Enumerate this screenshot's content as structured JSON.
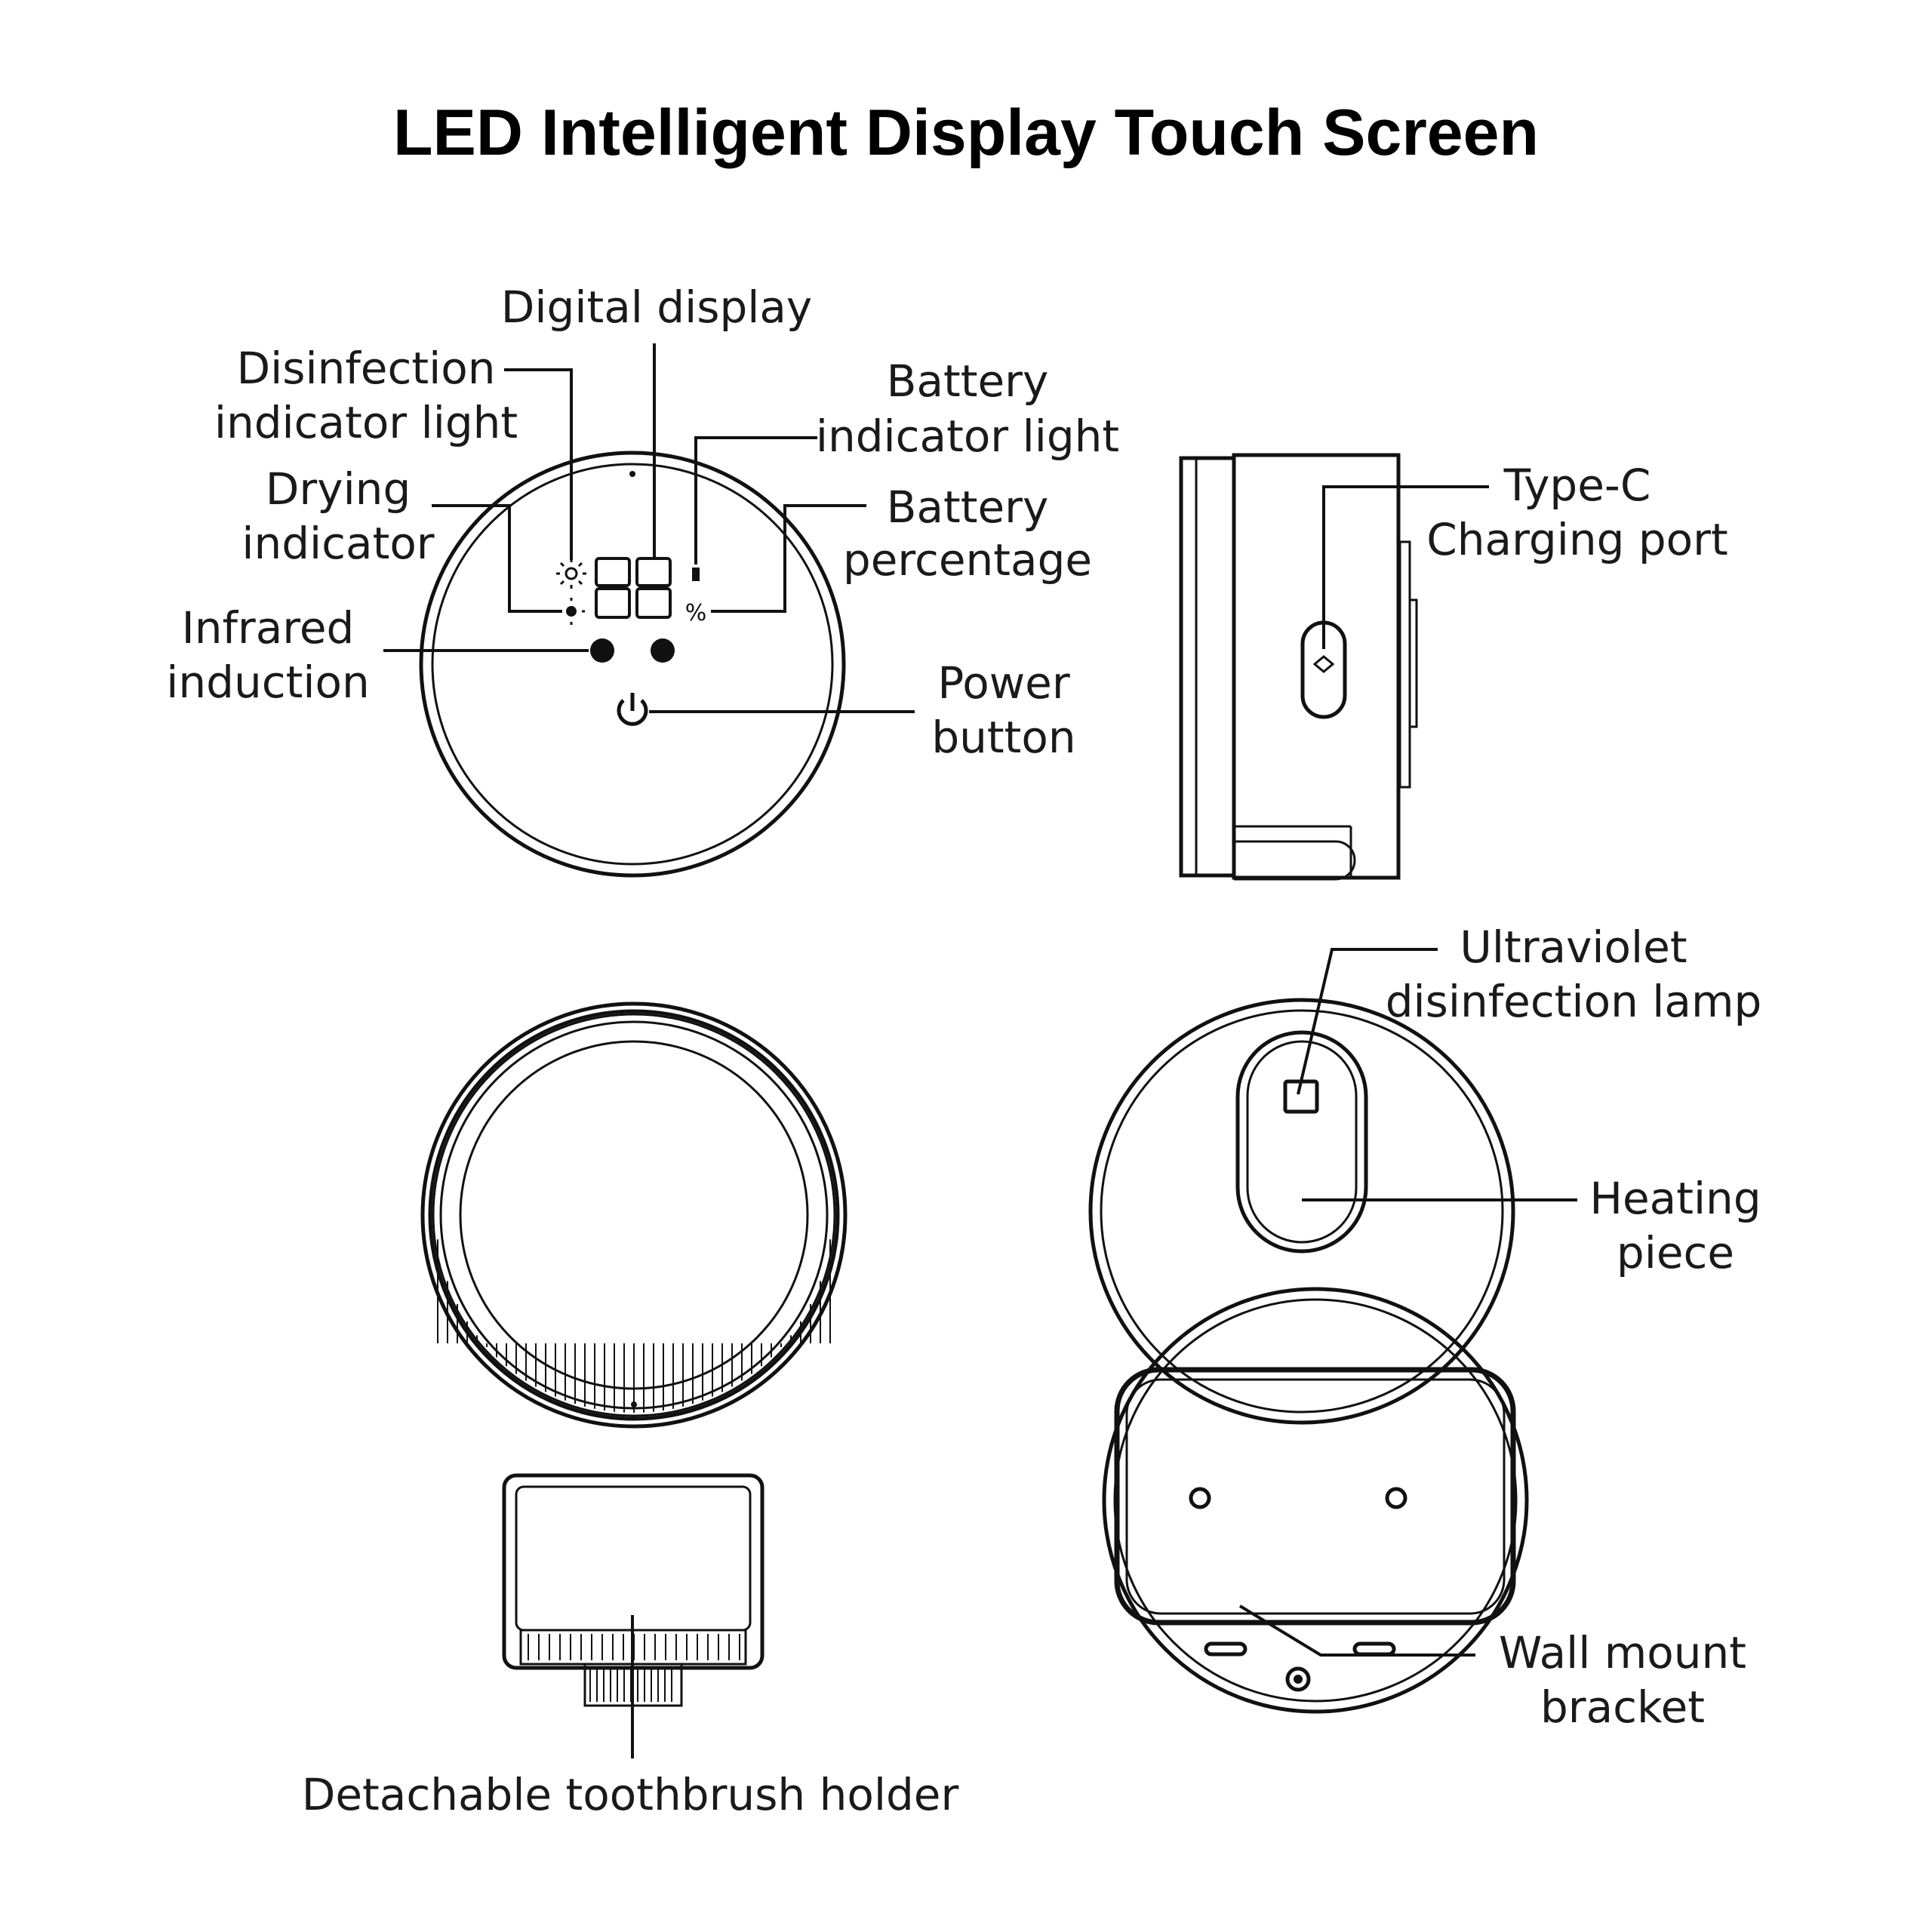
{
  "title": "LED Intelligent Display Touch Screen",
  "labels": {
    "digital_display": "Digital display",
    "disinfection_indicator": [
      "Disinfection",
      "indicator light"
    ],
    "drying_indicator": [
      "Drying",
      "indicator"
    ],
    "infrared_induction": [
      "Infrared",
      "induction"
    ],
    "battery_indicator": [
      "Battery",
      "indicator light"
    ],
    "battery_percentage": [
      "Battery",
      "percentage"
    ],
    "power_button": [
      "Power",
      "button"
    ],
    "type_c_port": [
      "Type-C",
      "Charging port"
    ],
    "uv_lamp": [
      "Ultraviolet",
      "disinfection lamp"
    ],
    "heating_piece": [
      "Heating",
      "piece"
    ],
    "wall_mount": [
      "Wall mount",
      "bracket"
    ],
    "toothbrush_holder": "Detachable toothbrush holder"
  },
  "display": {
    "digits": "88",
    "percent_symbol": "%"
  },
  "icons": [
    "sun-icon",
    "dry-icon",
    "battery-icon",
    "power-icon",
    "usb-c-icon"
  ]
}
